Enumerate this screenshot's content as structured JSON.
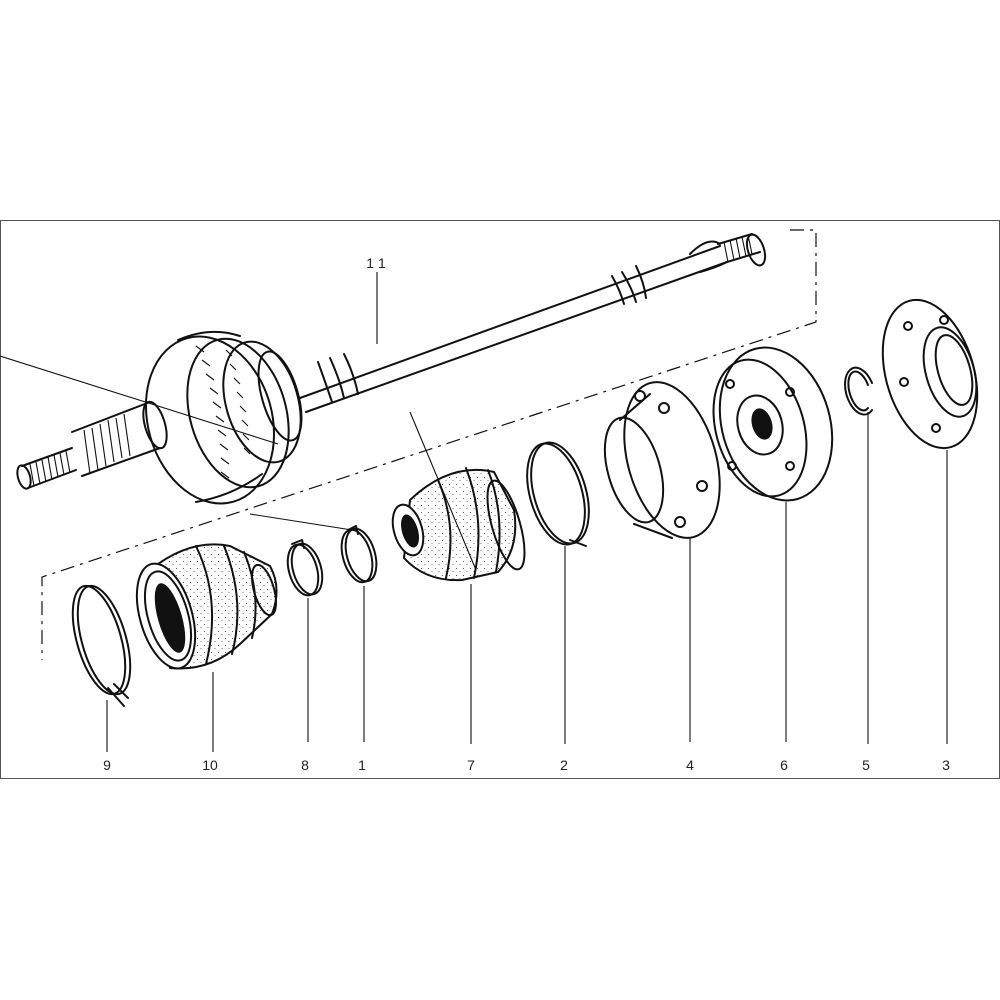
{
  "callouts": [
    {
      "id": "11",
      "label": "1 1"
    },
    {
      "id": "9",
      "label": "9"
    },
    {
      "id": "10",
      "label": "10"
    },
    {
      "id": "8",
      "label": "8"
    },
    {
      "id": "1",
      "label": "1"
    },
    {
      "id": "7",
      "label": "7"
    },
    {
      "id": "2",
      "label": "2"
    },
    {
      "id": "4",
      "label": "4"
    },
    {
      "id": "6",
      "label": "6"
    },
    {
      "id": "5",
      "label": "5"
    },
    {
      "id": "3",
      "label": "3"
    }
  ],
  "colors": {
    "line": "#111111",
    "background": "#ffffff",
    "frame": "#555555"
  }
}
